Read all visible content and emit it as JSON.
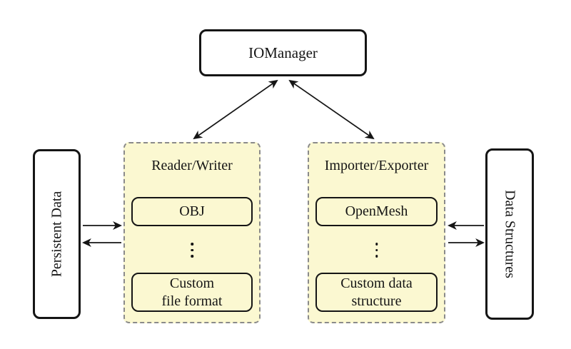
{
  "diagram": {
    "background": "#ffffff",
    "stroke_color": "#151515",
    "panel_fill": "#fbf8d1",
    "panel_border_color": "#8a8a8a",
    "nodes": {
      "iomanager": {
        "label": "IOManager"
      },
      "persistent_data": {
        "label": "Persistent Data"
      },
      "data_structures": {
        "label": "Data Structures"
      }
    },
    "panels": {
      "reader_writer": {
        "title": "Reader/Writer",
        "items": [
          {
            "label": "OBJ"
          },
          {
            "label": "⋮",
            "type": "vertical-ellipsis"
          },
          {
            "label": "Custom\nfile format"
          }
        ]
      },
      "importer_exporter": {
        "title": "Importer/Exporter",
        "items": [
          {
            "label": "OpenMesh"
          },
          {
            "label": "⋮",
            "type": "vertical-ellipsis"
          },
          {
            "label": "Custom data\nstructure"
          }
        ]
      }
    },
    "connections": [
      {
        "from": "IOManager",
        "to": "Reader/Writer",
        "bidirectional": true
      },
      {
        "from": "IOManager",
        "to": "Importer/Exporter",
        "bidirectional": true
      },
      {
        "from": "Persistent Data",
        "to": "Reader/Writer",
        "bidirectional": false
      },
      {
        "from": "Reader/Writer",
        "to": "Persistent Data",
        "bidirectional": false
      },
      {
        "from": "Data Structures",
        "to": "Importer/Exporter",
        "bidirectional": false
      },
      {
        "from": "Importer/Exporter",
        "to": "Data Structures",
        "bidirectional": false
      }
    ]
  }
}
